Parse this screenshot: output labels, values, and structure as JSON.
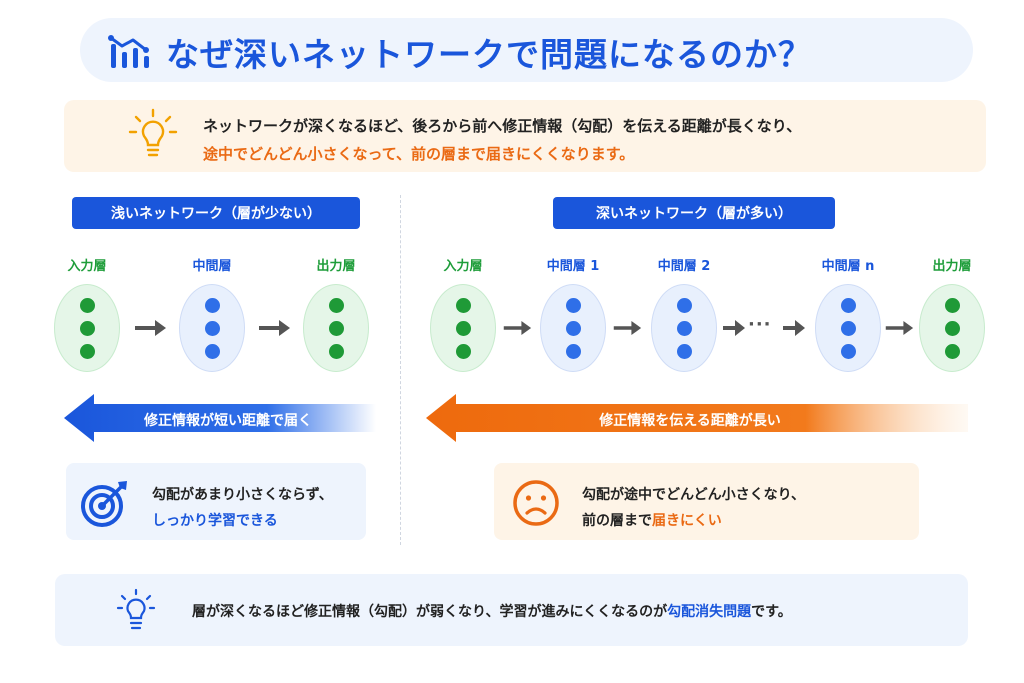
{
  "title": "なぜ深いネットワークで問題になるのか？",
  "intro": {
    "line1": "ネットワークが深くなるほど、後ろから前へ修正情報（勾配）を伝える距離が長くなり、",
    "line2": "途中でどんどん小さくなって、前の層まで届きにくくなります。"
  },
  "shallow": {
    "tag": "浅いネットワーク（層が少ない）",
    "layers": [
      "入力層",
      "中間層",
      "出力層"
    ],
    "arrow_label": "修正情報が短い距離で届く",
    "result_line1": "勾配があまり小さくならず、",
    "result_line2": "しっかり学習できる"
  },
  "deep": {
    "tag": "深いネットワーク（層が多い）",
    "layers": [
      "入力層",
      "中間層 1",
      "中間層 2",
      "中間層 n",
      "出力層"
    ],
    "ellipsis": "···",
    "arrow_label": "修正情報を伝える距離が長い",
    "result_line1": "勾配が途中でどんどん小さくなり、",
    "result_line2_prefix": "前の層まで",
    "result_line2_highlight": "届きにくい"
  },
  "bottom": {
    "text_prefix": "層が深くなるほど修正情報（勾配）が弱くなり、学習が進みにくくなるのが",
    "highlight": "勾配消失問題",
    "text_suffix": "です。"
  },
  "colors": {
    "primary_blue": "#1a56db",
    "accent_orange": "#ea6a14",
    "layer_green": "#1f9a37",
    "node_blue": "#2f6fe8"
  },
  "icons": {
    "title": "bar-chart-icon",
    "intro": "lightbulb-icon",
    "good": "target-icon",
    "bad": "sad-face-icon",
    "bottom": "lightbulb-icon"
  }
}
